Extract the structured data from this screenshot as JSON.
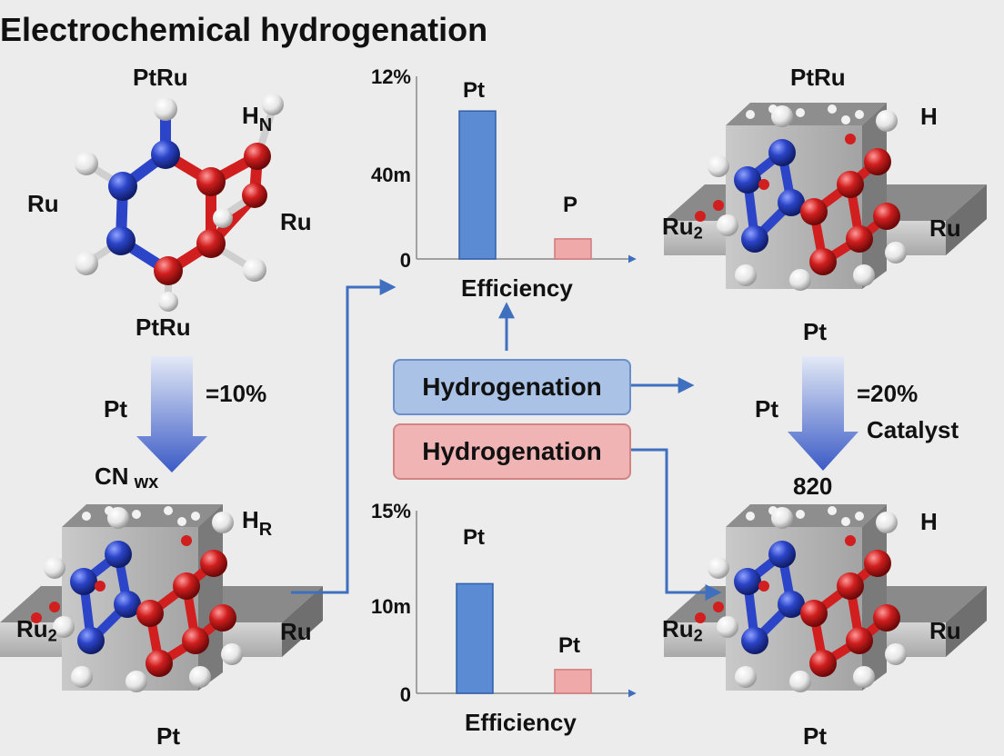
{
  "title": "Electrochemical hydrogenation",
  "top_left": {
    "label_top": "PtRu",
    "label_hn_h": "H",
    "label_hn_n": "N",
    "label_left": "Ru",
    "label_right": "Ru",
    "label_bottom": "PtRu"
  },
  "left_arrow": {
    "label_pt": "Pt",
    "label_pct": "=10%",
    "label_cn": "CN",
    "label_cn_sub": "wx"
  },
  "bottom_left": {
    "label_h": "H",
    "label_h_sub": "R",
    "label_left": "Ru",
    "label_left_sub": "2",
    "label_right": "Ru",
    "label_bottom": "Pt"
  },
  "chart_top": {
    "y_top": "12%",
    "y_mid": "40m",
    "y_zero": "0",
    "bar1_label": "Pt",
    "bar2_label": "P",
    "xlabel": "Efficiency"
  },
  "chart_bottom": {
    "y_top": "15%",
    "y_mid": "10m",
    "y_zero": "0",
    "bar1_label": "Pt",
    "bar2_label": "Pt",
    "xlabel": "Efficiency"
  },
  "chart_data": [
    {
      "type": "bar",
      "categories": [
        "Pt",
        "P"
      ],
      "values": [
        0.81,
        0.11
      ],
      "ylabel_ticks": [
        "0",
        "40m",
        "12%"
      ],
      "xlabel": "Efficiency",
      "colors": [
        "#5b8bd2",
        "#f0a9a9"
      ]
    },
    {
      "type": "bar",
      "categories": [
        "Pt",
        "Pt"
      ],
      "values": [
        0.6,
        0.13
      ],
      "ylabel_ticks": [
        "0",
        "10m",
        "15%"
      ],
      "xlabel": "Efficiency",
      "colors": [
        "#5b8bd2",
        "#f0a9a9"
      ]
    }
  ],
  "center": {
    "pill_blue": "Hydrogenation",
    "pill_red": "Hydrogenation"
  },
  "top_right": {
    "label_top": "PtRu",
    "label_h": "H",
    "label_left": "Ru",
    "label_left_sub": "2",
    "label_right": "Ru",
    "label_bottom": "Pt"
  },
  "right_arrow": {
    "label_pt": "Pt",
    "label_pct": "=20%",
    "label_catalyst": "Catalyst",
    "label_820": "820"
  },
  "bottom_right": {
    "label_h": "H",
    "label_left": "Ru",
    "label_left_sub": "2",
    "label_right": "Ru",
    "label_bottom": "Pt"
  },
  "colors": {
    "blue_atom": "#2b44c8",
    "red_atom": "#d11e1e",
    "white_atom": "#f2f2f2",
    "arrow": "#3f6fbf",
    "block": "#b5b5b5"
  }
}
